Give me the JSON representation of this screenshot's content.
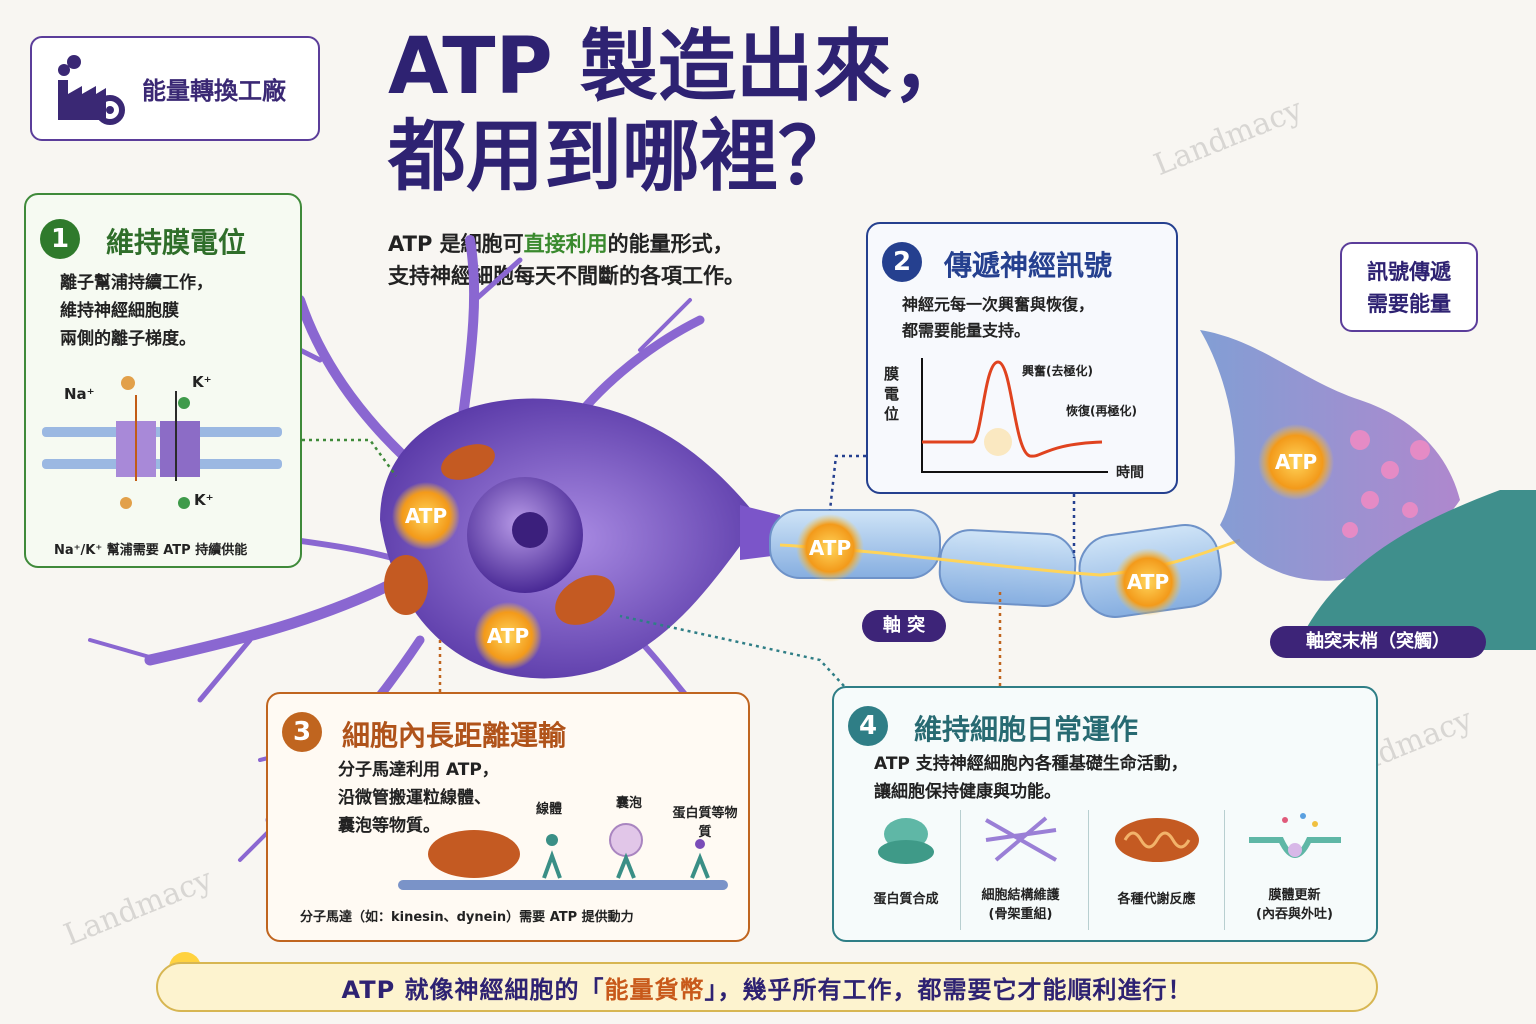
{
  "badge": {
    "label": "能量轉換工廠",
    "icon": "factory-gear-icon"
  },
  "title": {
    "line1": "ATP 製造出來，",
    "line2": "都用到哪裡？"
  },
  "intro": {
    "line1_pre": "ATP 是細胞可",
    "line1_highlight": "直接利用",
    "line1_post": "的能量形式，",
    "line2": "支持神經細胞每天不間斷的各項工作。"
  },
  "watermark": "Landmacy",
  "panel1": {
    "number": "1",
    "title": "維持膜電位",
    "text": [
      "離子幫浦持續工作，",
      "維持神經細胞膜",
      "兩側的離子梯度。"
    ],
    "na_label": "Na⁺",
    "k_label_top": "K⁺",
    "k_label_bottom": "K⁺",
    "caption": "Na⁺/K⁺ 幫浦需要 ATP 持續供能"
  },
  "panel2": {
    "number": "2",
    "title": "傳遞神經訊號",
    "text": [
      "神經元每一次興奮與恢復，",
      "都需要能量支持。"
    ],
    "y_axis": "膜電位",
    "x_axis": "時間",
    "peak_label": "興奮(去極化)",
    "recover_label": "恢復(再極化)"
  },
  "panel3": {
    "number": "3",
    "title": "細胞內長距離運輸",
    "text": [
      "分子馬達利用 ATP，",
      "沿微管搬運粒線體、",
      "囊泡等物質。"
    ],
    "cargo_labels": [
      "線體",
      "囊泡",
      "蛋白質等物質"
    ],
    "caption": "分子馬達（如：kinesin、dynein）需要 ATP 提供動力"
  },
  "panel4": {
    "number": "4",
    "title": "維持細胞日常運作",
    "text": [
      "ATP 支持神經細胞內各種基礎生命活動，",
      "讓細胞保持健康與功能。"
    ],
    "items": [
      {
        "label": "蛋白質合成",
        "sub": ""
      },
      {
        "label": "細胞結構維護",
        "sub": "(骨架重組)"
      },
      {
        "label": "各種代謝反應",
        "sub": ""
      },
      {
        "label": "膜體更新",
        "sub": "(內吞與外吐)"
      }
    ]
  },
  "bubble": {
    "line1": "訊號傳遞",
    "line2": "需要能量"
  },
  "labels": {
    "axon": "軸 突",
    "terminal": "軸突末梢（突觸）",
    "atp": "ATP"
  },
  "bottom": {
    "pre": "ATP 就像神經細胞的「",
    "highlight": "能量貨幣",
    "post": "」，幾乎所有工作，都需要它才能順利進行！"
  },
  "colors": {
    "title": "#2e2272",
    "panel1": "#3f8a3a",
    "panel2": "#25408f",
    "panel3": "#c0651f",
    "panel4": "#2f7e86",
    "neuron": "#7b55c9",
    "atp": "#f5a623"
  }
}
